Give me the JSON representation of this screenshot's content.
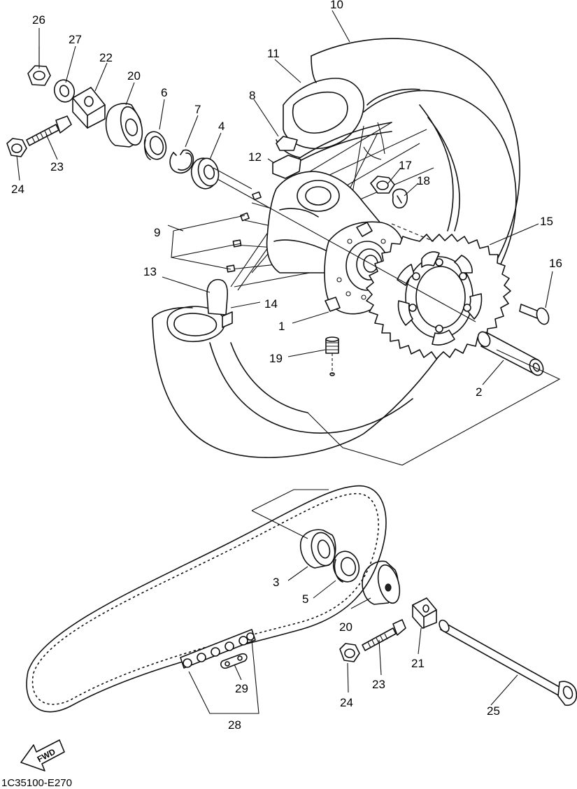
{
  "diagram": {
    "code": "1C35100-E270",
    "fwd_label": "FWD",
    "callouts": [
      {
        "id": "c1",
        "text": "1"
      },
      {
        "id": "c2",
        "text": "2"
      },
      {
        "id": "c3",
        "text": "3"
      },
      {
        "id": "c4",
        "text": "4"
      },
      {
        "id": "c5",
        "text": "5"
      },
      {
        "id": "c6",
        "text": "6"
      },
      {
        "id": "c7",
        "text": "7"
      },
      {
        "id": "c8",
        "text": "8"
      },
      {
        "id": "c9",
        "text": "9"
      },
      {
        "id": "c10",
        "text": "10"
      },
      {
        "id": "c11",
        "text": "11"
      },
      {
        "id": "c12",
        "text": "12"
      },
      {
        "id": "c13",
        "text": "13"
      },
      {
        "id": "c14",
        "text": "14"
      },
      {
        "id": "c15",
        "text": "15"
      },
      {
        "id": "c16",
        "text": "16"
      },
      {
        "id": "c17",
        "text": "17"
      },
      {
        "id": "c18",
        "text": "18"
      },
      {
        "id": "c19",
        "text": "19"
      },
      {
        "id": "c20a",
        "text": "20"
      },
      {
        "id": "c20b",
        "text": "20"
      },
      {
        "id": "c21",
        "text": "21"
      },
      {
        "id": "c22",
        "text": "22"
      },
      {
        "id": "c23a",
        "text": "23"
      },
      {
        "id": "c23b",
        "text": "23"
      },
      {
        "id": "c24a",
        "text": "24"
      },
      {
        "id": "c24b",
        "text": "24"
      },
      {
        "id": "c25",
        "text": "25"
      },
      {
        "id": "c26",
        "text": "26"
      },
      {
        "id": "c27",
        "text": "27"
      },
      {
        "id": "c28",
        "text": "28"
      },
      {
        "id": "c29",
        "text": "29"
      }
    ]
  }
}
